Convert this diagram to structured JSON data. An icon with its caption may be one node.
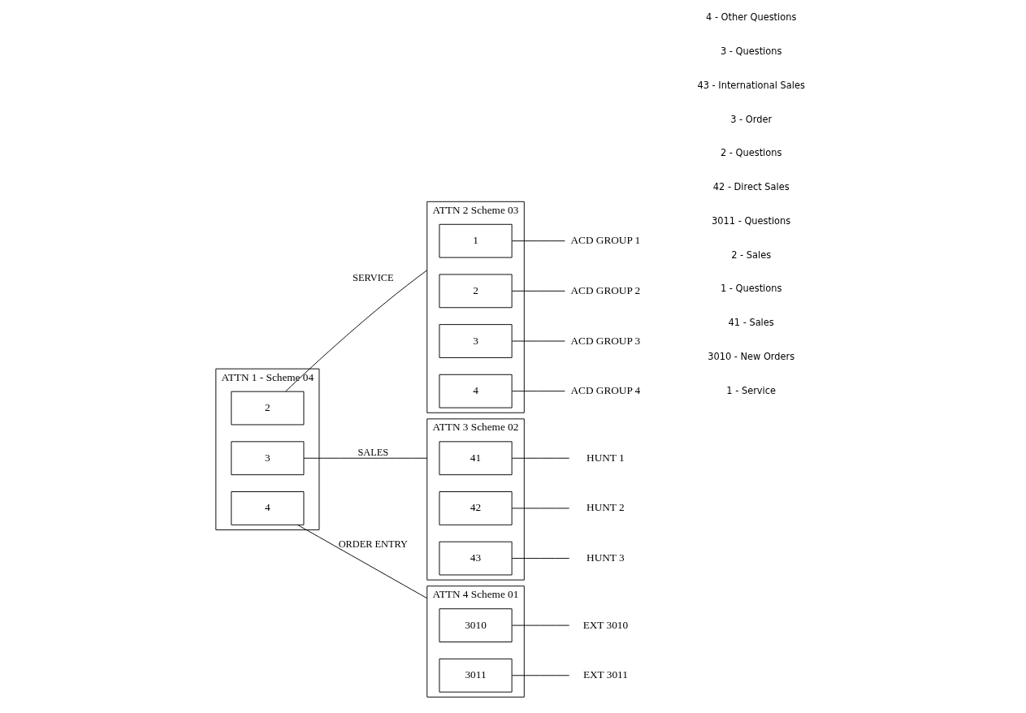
{
  "diagram": {
    "nodes": [
      {
        "text": [
          "ATTN 1 - Scheme 04"
        ]
      },
      {
        "text": [
          "2"
        ],
        "in": 0
      },
      {
        "text": [
          "3"
        ],
        "in": 0
      },
      {
        "text": [
          "4"
        ],
        "in": 0
      },
      {
        "text": [
          "ATTN 4 Scheme 01"
        ]
      },
      {
        "text": [
          "3010"
        ],
        "in": 4
      },
      {
        "text": [
          "3011"
        ],
        "in": 4
      },
      {
        "text": [
          "EXT 3010"
        ]
      },
      {
        "text": [
          "EXT 3011"
        ]
      },
      {
        "text": [
          "ATTN 3 Scheme 02"
        ]
      },
      {
        "text": [
          "41"
        ],
        "in": 9
      },
      {
        "text": [
          "42"
        ],
        "in": 9
      },
      {
        "text": [
          "43"
        ],
        "in": 9
      },
      {
        "text": [
          "HUNT 1"
        ]
      },
      {
        "text": [
          "HUNT 2"
        ]
      },
      {
        "text": [
          "HUNT 3"
        ]
      },
      {
        "text": [
          "ATTN 2 Scheme 03"
        ]
      },
      {
        "text": [
          "1"
        ],
        "in": 16
      },
      {
        "text": [
          "2"
        ],
        "in": 16
      },
      {
        "text": [
          "3"
        ],
        "in": 16
      },
      {
        "text": [
          "4"
        ],
        "in": 16
      },
      {
        "text": [
          "ACD GROUP 1"
        ]
      },
      {
        "text": [
          "ACD GROUP 2"
        ]
      },
      {
        "text": [
          "ACD GROUP 3"
        ]
      },
      {
        "text": [
          "ACD GROUP 4"
        ]
      }
    ],
    "edges": [
      {
        "from": 1,
        "to": 16,
        "arrow": "none",
        "label": "SERVICE"
      },
      {
        "from": 2,
        "to": 9,
        "arrow": "none",
        "label": "SALES"
      },
      {
        "from": 3,
        "to": 4,
        "arrow": "none",
        "label": "ORDER ENTRY"
      },
      {
        "from": 5,
        "to": 7,
        "arrow": "none"
      },
      {
        "from": 6,
        "to": 8,
        "arrow": "none"
      },
      {
        "from": 10,
        "to": 13,
        "arrow": "none"
      },
      {
        "from": 11,
        "to": 14,
        "arrow": "none"
      },
      {
        "from": 12,
        "to": 15,
        "arrow": "none"
      },
      {
        "from": 17,
        "to": 21,
        "arrow": "none"
      },
      {
        "from": 18,
        "to": 22,
        "arrow": "none"
      },
      {
        "from": 19,
        "to": 23,
        "arrow": "none"
      },
      {
        "from": 20,
        "to": 24,
        "arrow": "none"
      }
    ],
    "labels": [
      "1 - Service",
      "3010 - New Orders",
      "41 - Sales",
      "1 - Questions",
      "2 - Sales",
      "3011 - Questions",
      "42 - Direct Sales",
      "2 - Questions",
      "3 - Order",
      "43 - International Sales",
      "3 - Questions",
      "4 - Other Questions"
    ]
  }
}
